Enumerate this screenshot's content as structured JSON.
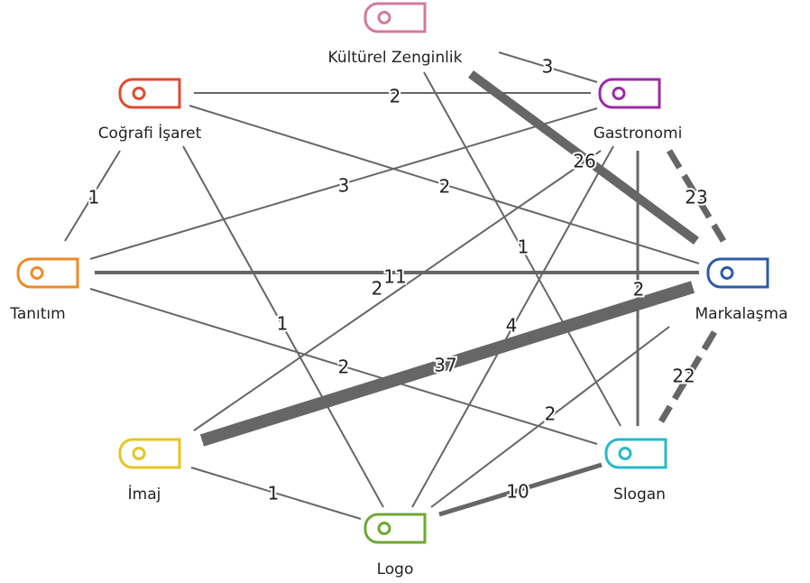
{
  "nodes": [
    {
      "id": "kz",
      "label": "Kültürel Zenginlik",
      "icon": "tag-icon",
      "color": "#d4789e"
    },
    {
      "id": "ci",
      "label": "Coğrafi İşaret",
      "icon": "tag-icon",
      "color": "#e04a2e"
    },
    {
      "id": "ga",
      "label": "Gastronomi",
      "icon": "tag-icon",
      "color": "#9b2aa6"
    },
    {
      "id": "ta",
      "label": "Tanıtım",
      "icon": "tag-icon",
      "color": "#ef8a25"
    },
    {
      "id": "ma",
      "label": "Markalaşma",
      "icon": "tag-icon",
      "color": "#2d5ba8"
    },
    {
      "id": "im",
      "label": "İmaj",
      "icon": "tag-icon",
      "color": "#e8c521"
    },
    {
      "id": "sl",
      "label": "Slogan",
      "icon": "tag-icon",
      "color": "#27b8cc"
    },
    {
      "id": "lo",
      "label": "Logo",
      "icon": "tag-icon",
      "color": "#6ea833"
    }
  ],
  "edges": [
    {
      "from": "kz",
      "to": "ga",
      "weight": "3"
    },
    {
      "from": "ci",
      "to": "ga",
      "weight": "2"
    },
    {
      "from": "kz",
      "to": "ma",
      "weight": "26"
    },
    {
      "from": "ga",
      "to": "ma",
      "weight": "23"
    },
    {
      "from": "ci",
      "to": "ta",
      "weight": "1"
    },
    {
      "from": "ta",
      "to": "ga",
      "weight": "3"
    },
    {
      "from": "ci",
      "to": "ma",
      "weight": "2"
    },
    {
      "from": "kz",
      "to": "sl",
      "weight": "1"
    },
    {
      "from": "ta",
      "to": "ma",
      "weight": "11"
    },
    {
      "from": "im",
      "to": "ga",
      "weight": "2"
    },
    {
      "from": "ga",
      "to": "sl",
      "weight": "2"
    },
    {
      "from": "ci",
      "to": "lo",
      "weight": "1"
    },
    {
      "from": "ga",
      "to": "lo",
      "weight": "4"
    },
    {
      "from": "im",
      "to": "ma",
      "weight": "37"
    },
    {
      "from": "ta",
      "to": "sl",
      "weight": "2"
    },
    {
      "from": "ma",
      "to": "sl",
      "weight": "22"
    },
    {
      "from": "ma",
      "to": "lo",
      "weight": "2"
    },
    {
      "from": "im",
      "to": "lo",
      "weight": "1"
    },
    {
      "from": "lo",
      "to": "sl",
      "weight": "10"
    }
  ],
  "edge_color": "#666666"
}
